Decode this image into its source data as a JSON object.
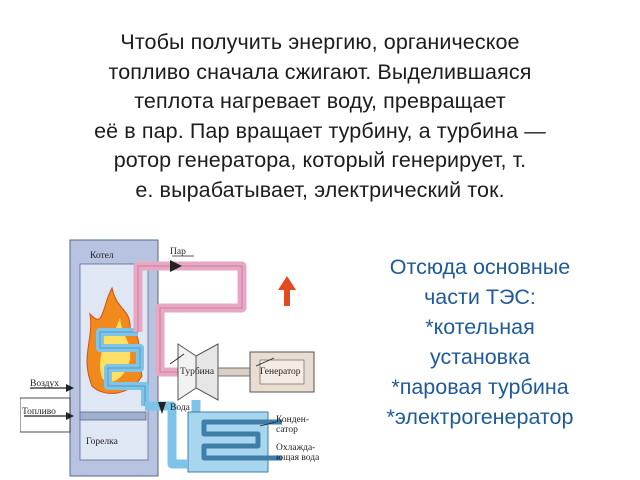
{
  "main_text": {
    "lines": [
      "Чтобы получить энергию, органическое",
      "топливо сначала сжигают. Выделившаяся",
      "теплота нагревает воду, превращает",
      "её в пар. Пар вращает турбину, а турбина —",
      "ротор генератора, который генерирует, т.",
      "е. вырабатывает, электрический ток."
    ]
  },
  "side_text": {
    "lines": [
      "Отсюда основные",
      "части ТЭС:",
      "*котельная",
      "установка",
      "*паровая турбина",
      "*электрогенератор"
    ]
  },
  "diagram": {
    "labels": {
      "boiler": "Котел",
      "steam": "Пар",
      "turbine": "Турбина",
      "generator": "Генератор",
      "water": "Вода",
      "air": "Воздух",
      "fuel": "Топливо",
      "burner": "Горелка",
      "condenser_1": "Конден-",
      "condenser_2": "сатор",
      "cooling_1": "Охлажда-",
      "cooling_2": "ющая вода"
    },
    "colors": {
      "steam": "#e8a8c4",
      "water": "#7ec3e8",
      "boiler_wall": "#b7c3e0",
      "flame_outer": "#f08a1c",
      "flame_inner": "#ffe066",
      "arrow_up": "#e24a1f",
      "text_main": "#1c1c1c",
      "text_side": "#1f5a99"
    }
  }
}
